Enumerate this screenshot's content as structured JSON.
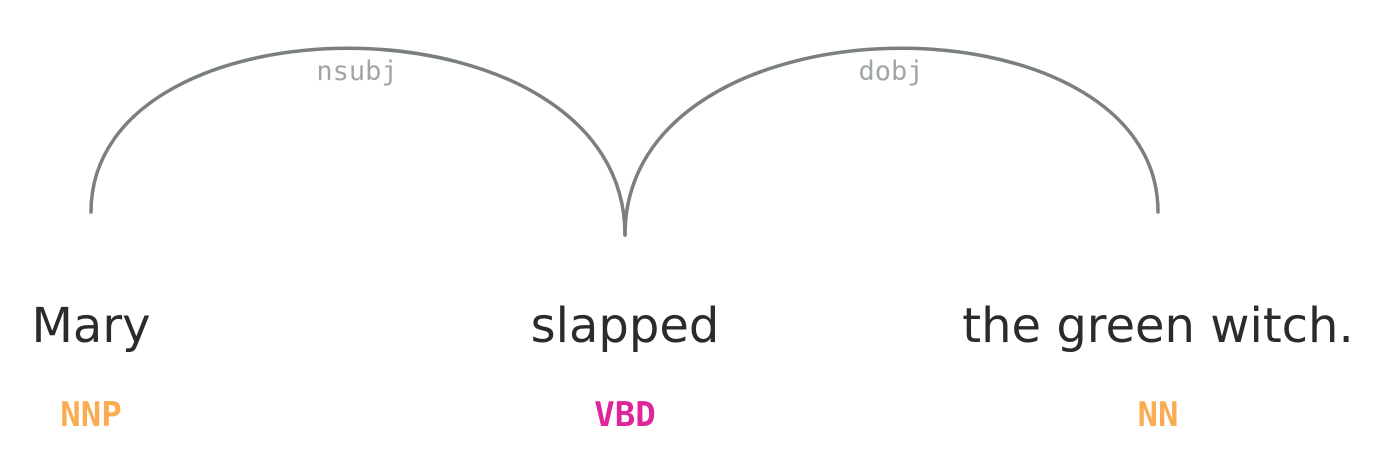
{
  "tokens": [
    {
      "text": "Mary",
      "tag": "NNP",
      "tag_color": "#f9ac50"
    },
    {
      "text": "slapped",
      "tag": "VBD",
      "tag_color": "#e0259c"
    },
    {
      "text": "the green witch.",
      "tag": "NN",
      "tag_color": "#f9ac50"
    }
  ],
  "arcs": [
    {
      "label": "nsubj",
      "from": 1,
      "to": 0
    },
    {
      "label": "dobj",
      "from": 1,
      "to": 2
    }
  ],
  "colors": {
    "arc": "#7a7f7f",
    "arc_label": "#a0a6a6",
    "token_text": "#2b2b2b"
  }
}
